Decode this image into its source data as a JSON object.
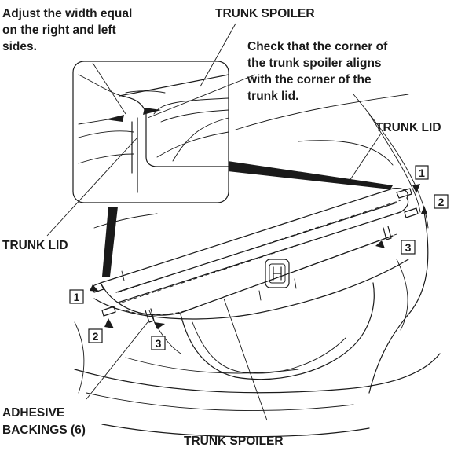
{
  "labels": {
    "adjust_width": [
      "Adjust the width equal",
      "on the right and left",
      "sides."
    ],
    "spoiler_top": "TRUNK SPOILER",
    "check_corner": [
      "Check that the corner of",
      "the trunk spoiler aligns",
      "with the corner of the",
      "trunk lid."
    ],
    "trunk_lid_right": "TRUNK LID",
    "trunk_lid_left": "TRUNK LID",
    "adhesive": [
      "ADHESIVE",
      "BACKINGS (6)"
    ],
    "spoiler_bottom": "TRUNK SPOILER"
  },
  "step_numbers": {
    "right_1": "1",
    "right_2": "2",
    "right_3": "3",
    "left_1": "1",
    "left_2": "2",
    "left_3": "3"
  },
  "colors": {
    "line": "#1a1a1a",
    "background": "#ffffff"
  }
}
